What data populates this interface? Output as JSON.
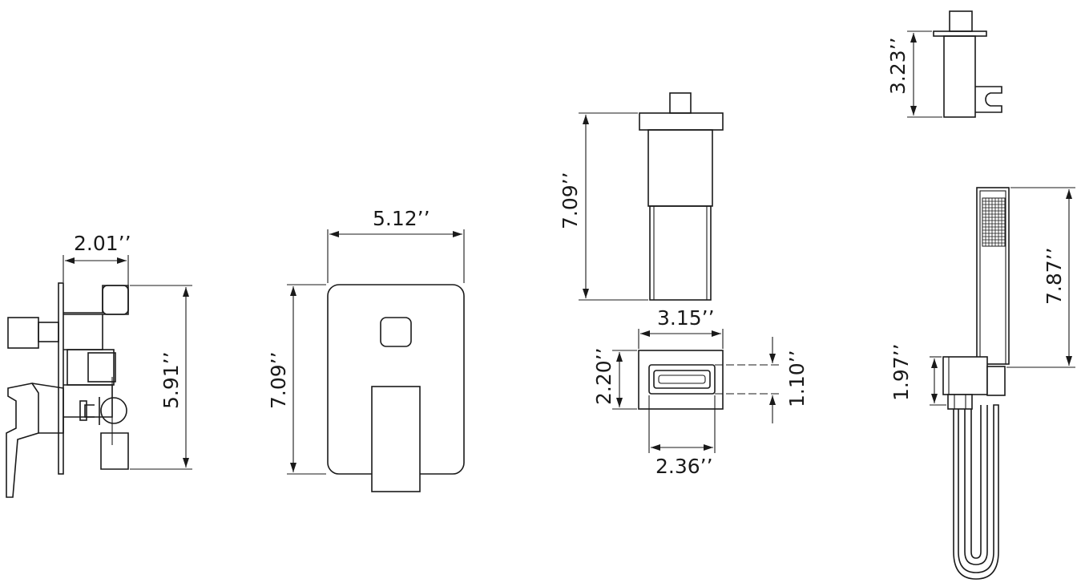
{
  "drawing": {
    "diverter_valve": {
      "width_label": "2.01’’",
      "height_label": "5.91’’"
    },
    "trim_plate": {
      "width_label": "5.12’’",
      "height_label": "7.09’’"
    },
    "tub_spout_side": {
      "height_label": "7.09’’"
    },
    "tub_spout_front": {
      "width_outer_label": "3.15’’",
      "height_outer_label": "2.20’’",
      "height_inner_label": "1.10’’",
      "width_inner_label": "2.36’’"
    },
    "wall_elbow": {
      "height_label": "3.23’’"
    },
    "hand_shower": {
      "length_label": "7.87’’",
      "bracket_label": "1.97’’"
    }
  }
}
